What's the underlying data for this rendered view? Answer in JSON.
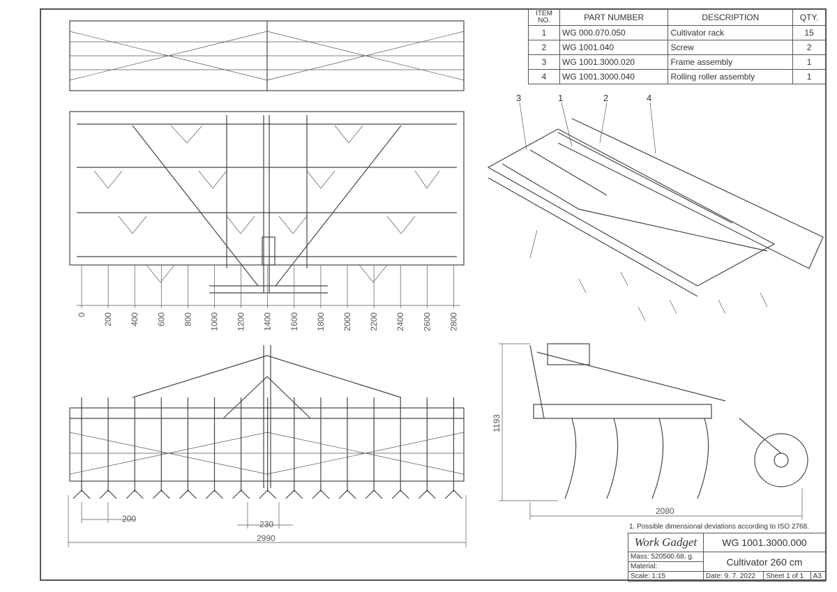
{
  "bom": {
    "headers": {
      "item": "ITEM NO.",
      "part": "PART NUMBER",
      "desc": "DESCRIPTION",
      "qty": "QTY."
    },
    "rows": [
      {
        "item": "1",
        "part": "WG 000.070.050",
        "desc": "Cultivator rack",
        "qty": "15"
      },
      {
        "item": "2",
        "part": "WG 1001.040",
        "desc": "Screw",
        "qty": "2"
      },
      {
        "item": "3",
        "part": "WG 1001.3000.020",
        "desc": "Frame assembly",
        "qty": "1"
      },
      {
        "item": "4",
        "part": "WG 1001.3000.040",
        "desc": "Rolling roller assembly",
        "qty": "1"
      }
    ]
  },
  "balloons": [
    "3",
    "1",
    "2",
    "4"
  ],
  "ruler": [
    "0",
    "200",
    "400",
    "600",
    "800",
    "1000",
    "1200",
    "1400",
    "1600",
    "1800",
    "2000",
    "2200",
    "2400",
    "2600",
    "2800"
  ],
  "dims": {
    "spacing": "200",
    "gap": "230",
    "width": "2990",
    "height": "1193",
    "length": "2080"
  },
  "title_block": {
    "note": "1. Possible dimensional deviations according to ISO 2768.",
    "company": "Work Gadget",
    "drawing_no": "WG 1001.3000.000",
    "mass": "Mass: 520500.68, g.",
    "material": "Material:",
    "name": "Cultivator 260 cm",
    "scale": "Scale: 1:15",
    "date": "Date: 9. 7. 2022",
    "sheet": "Sheet 1 of 1",
    "size": "A3"
  }
}
